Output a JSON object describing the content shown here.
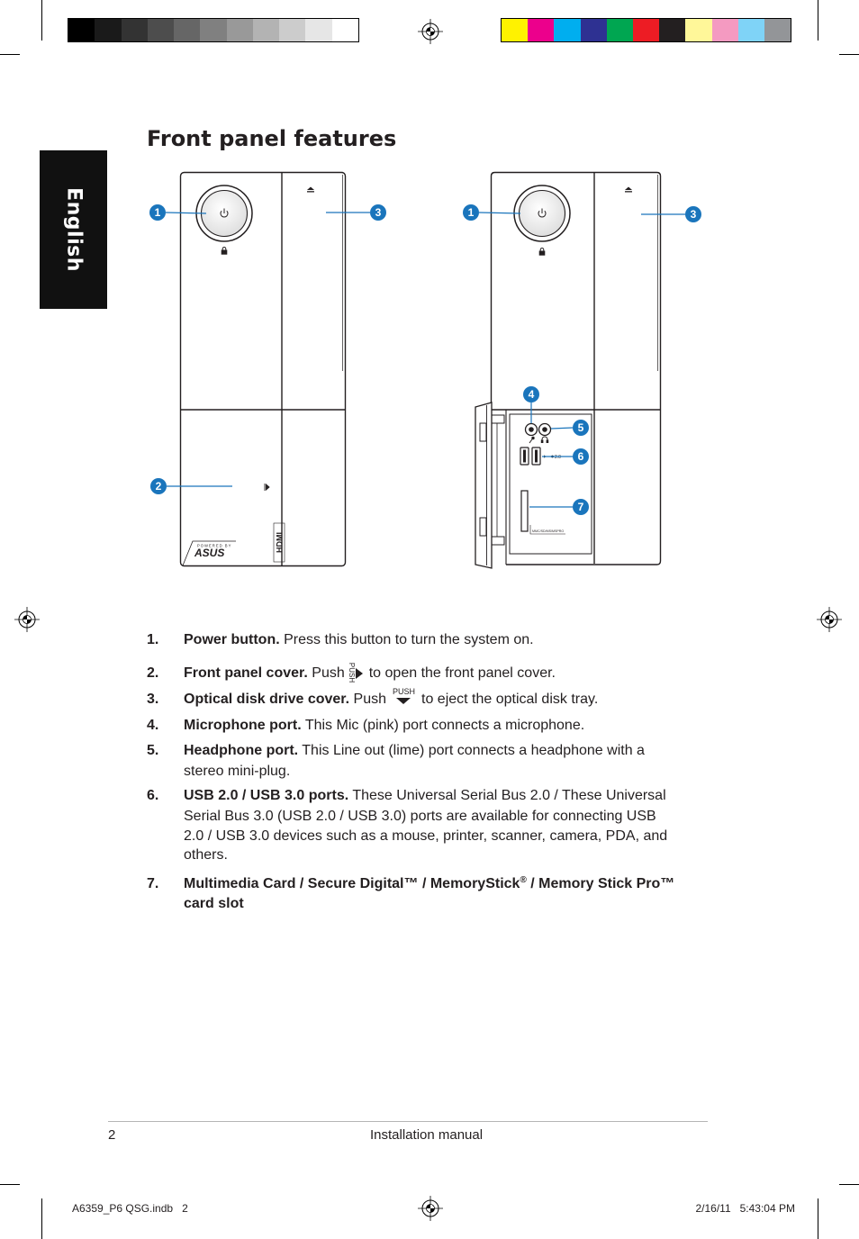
{
  "color_bar": {
    "grayscale": [
      "#000000",
      "#1a1a1a",
      "#333333",
      "#4d4d4d",
      "#666666",
      "#808080",
      "#999999",
      "#b3b3b3",
      "#cccccc",
      "#e6e6e6",
      "#ffffff"
    ],
    "process": [
      "#fff200",
      "#ec008c",
      "#00aeef",
      "#2e3192",
      "#00a651",
      "#ed1c24",
      "#231f20",
      "#fff799",
      "#f49ac1",
      "#7fd3f7",
      "#939598"
    ]
  },
  "side_tab": {
    "label": "English"
  },
  "title": "Front panel features",
  "diagram": {
    "callout_color": "#1a75bc",
    "left_device": {
      "callouts": [
        "1",
        "3",
        "2"
      ],
      "hdmi_label": "HDMI",
      "brand_tag": "POWERED BY",
      "brand_logo": "ASUS",
      "icons": [
        "power-icon",
        "lock-icon",
        "eject-icon",
        "push-icon"
      ]
    },
    "right_device": {
      "callouts": [
        "1",
        "3",
        "4",
        "5",
        "6",
        "7"
      ],
      "usb_label": "2.0",
      "card_slot_label": "MMC/SD/MS/MSPRO",
      "icons": [
        "power-icon",
        "lock-icon",
        "eject-icon",
        "microphone-icon",
        "headphone-icon",
        "usb-icon"
      ]
    }
  },
  "features": [
    {
      "num": "1.",
      "label": "Power button.",
      "text": "Press this button to turn the system on."
    },
    {
      "num": "2.",
      "label": "Front panel cover.",
      "before": "Push",
      "icon_text": "PUSH",
      "after": "to open the front panel cover."
    },
    {
      "num": "3.",
      "label": "Optical disk drive cover.",
      "before": "Push",
      "icon_text": "PUSH",
      "after": "to eject the optical disk tray."
    },
    {
      "num": "4.",
      "label": "Microphone port.",
      "text": "This Mic (pink) port connects a microphone."
    },
    {
      "num": "5.",
      "label": "Headphone port.",
      "text": "This Line out (lime) port connects a headphone with a",
      "more": [
        "stereo mini-plug."
      ]
    },
    {
      "num": "6.",
      "label": "USB 2.0 / USB 3.0 ports.",
      "text": "These Universal Serial Bus 2.0 / These Universal",
      "more": [
        "Serial Bus 3.0 (USB 2.0 / USB 3.0) ports are available for connecting USB",
        "2.0 / USB 3.0 devices such as a mouse, printer, scanner, camera, PDA, and",
        "others."
      ]
    },
    {
      "num": "7.",
      "label": "Multimedia Card / Secure Digital™ / MemoryStick",
      "label_sup": "®",
      "label_rest": " / Memory Stick Pro™",
      "more": [
        "card slot"
      ]
    }
  ],
  "footer": {
    "page_number": "2",
    "doc_title": "Installation manual"
  },
  "slug": {
    "file": "A6359_P6 QSG.indb   2",
    "timestamp": "2/16/11   5:43:04 PM"
  }
}
